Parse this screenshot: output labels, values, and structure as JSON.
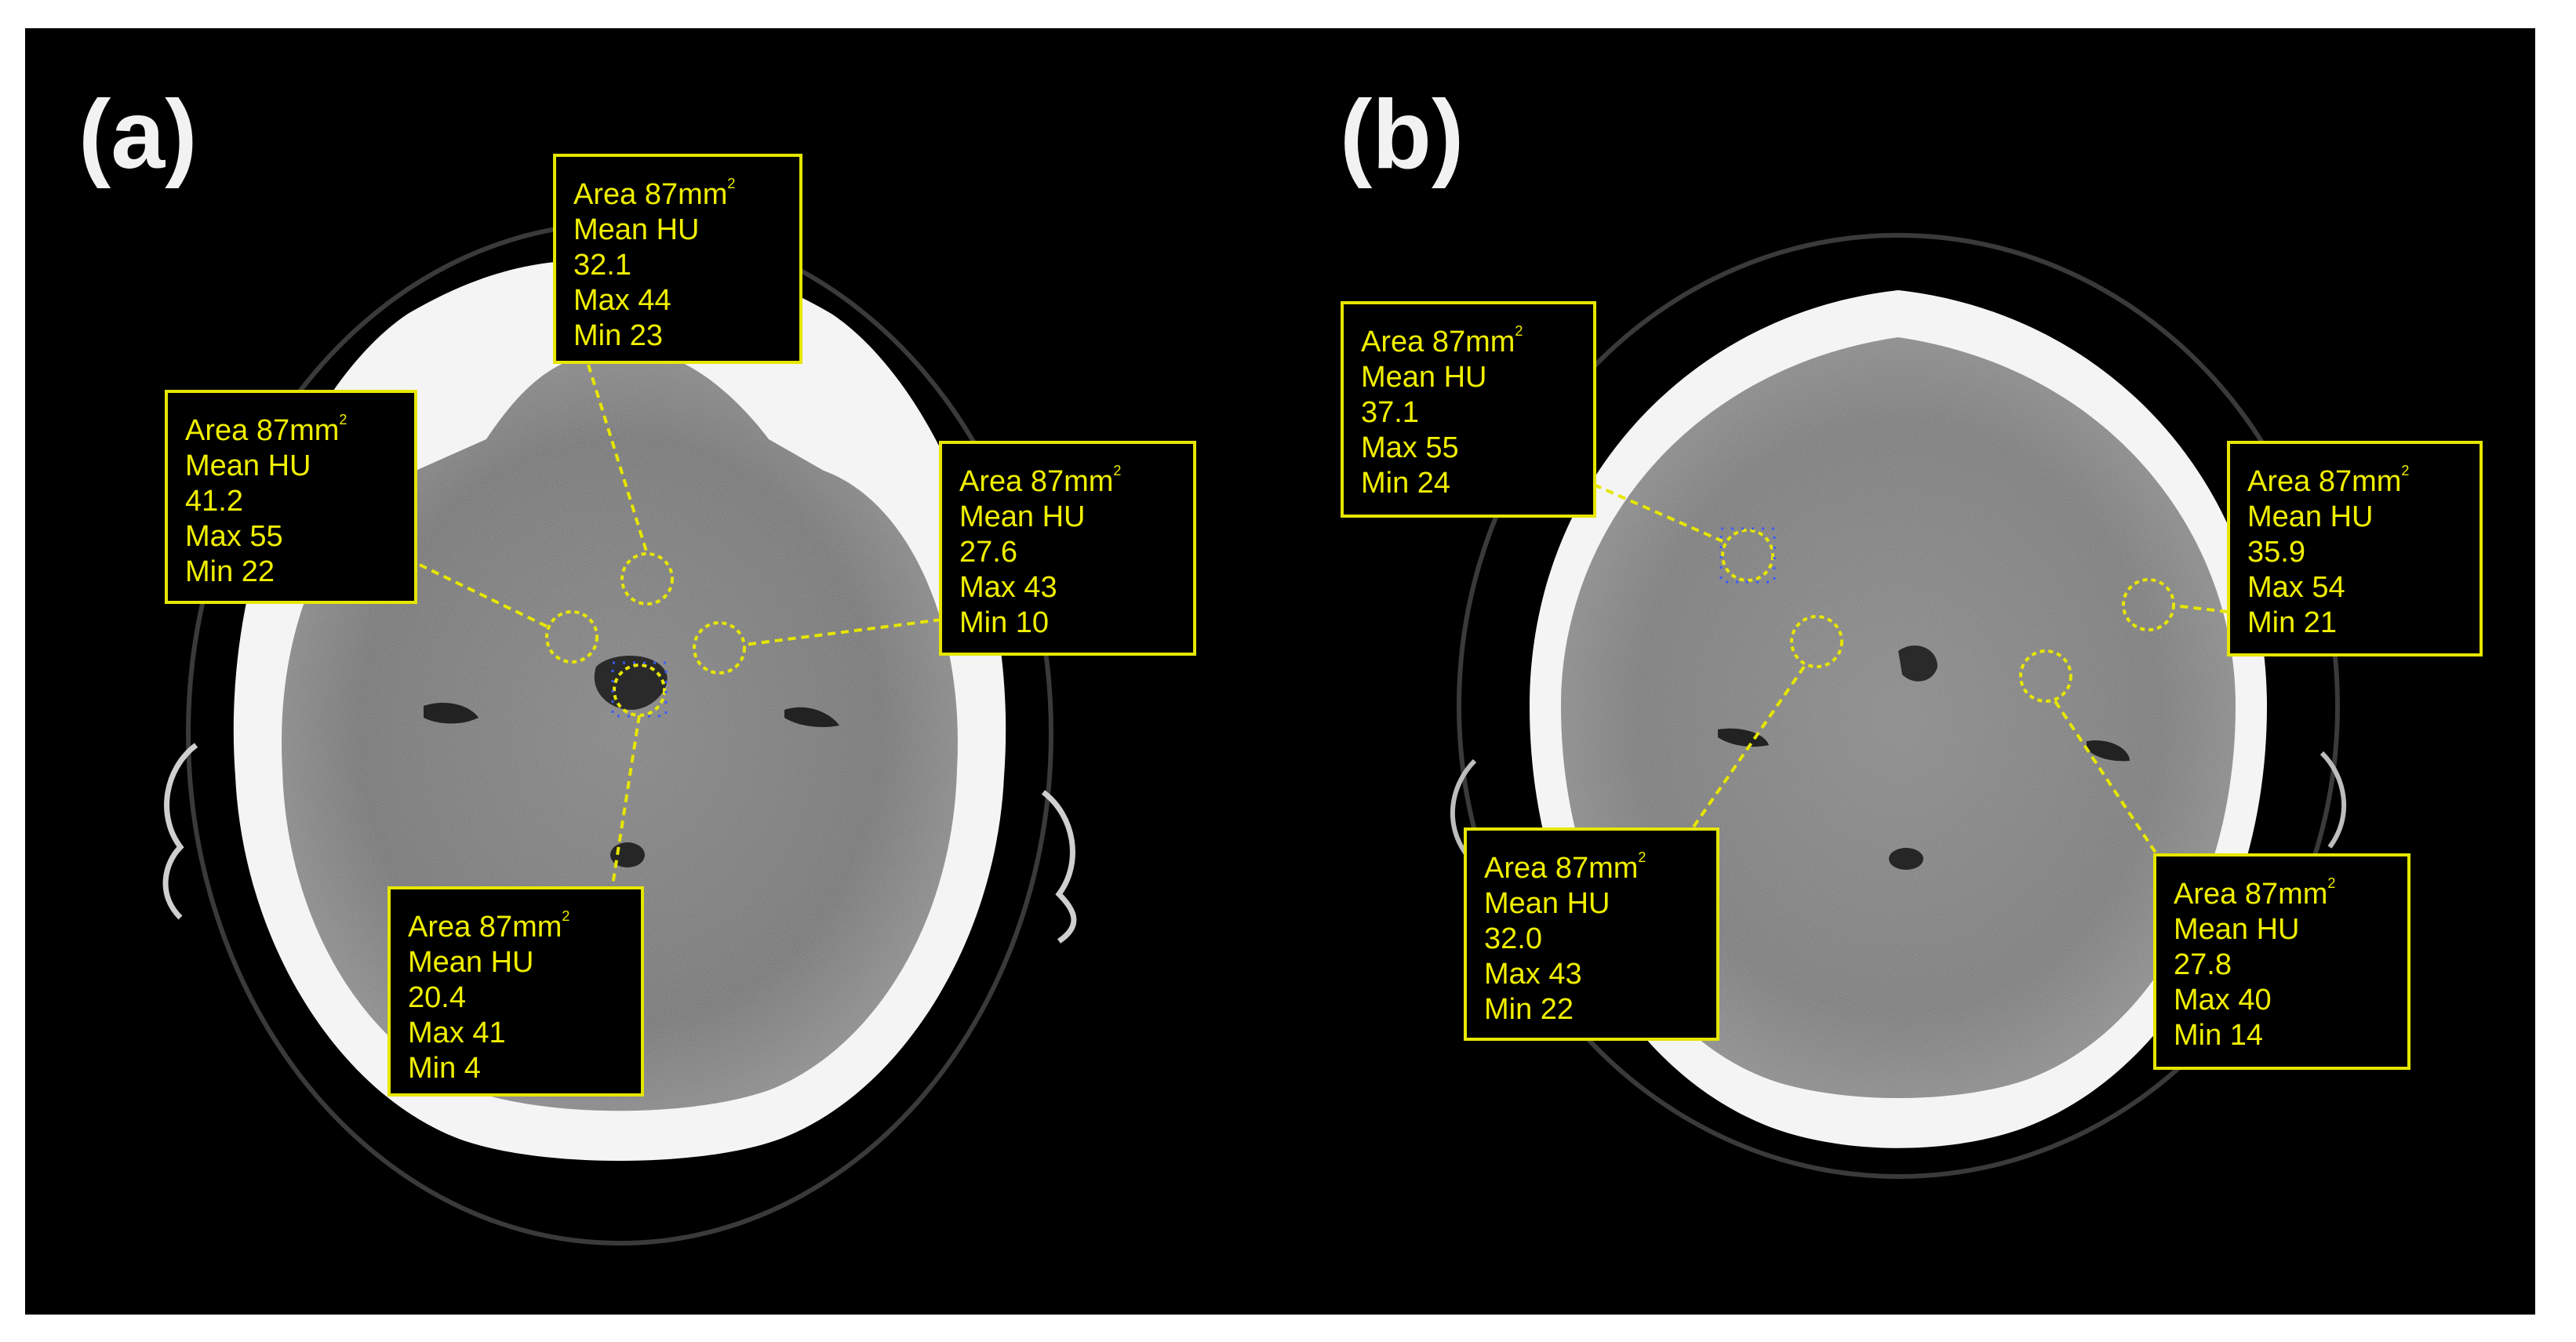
{
  "panels": [
    {
      "label": "(a)",
      "rois": [
        {
          "area_value": "Area 87mm",
          "area_sup": "2",
          "mean_label": "Mean HU",
          "mean": "32.1",
          "max": "Max 44",
          "min": "Min 23"
        },
        {
          "area_value": "Area 87mm",
          "area_sup": "2",
          "mean_label": "Mean HU",
          "mean": "41.2",
          "max": "Max 55",
          "min": "Min 22"
        },
        {
          "area_value": "Area 87mm",
          "area_sup": "2",
          "mean_label": "Mean HU",
          "mean": "27.6",
          "max": "Max 43",
          "min": "Min 10"
        },
        {
          "area_value": "Area 87mm",
          "area_sup": "2",
          "mean_label": "Mean HU",
          "mean": "20.4",
          "max": "Max 41",
          "min": "Min 4"
        }
      ]
    },
    {
      "label": "(b)",
      "rois": [
        {
          "area_value": "Area 87mm",
          "area_sup": "2",
          "mean_label": "Mean HU",
          "mean": "37.1",
          "max": "Max 55",
          "min": "Min 24"
        },
        {
          "area_value": "Area 87mm",
          "area_sup": "2",
          "mean_label": "Mean HU",
          "mean": "35.9",
          "max": "Max 54",
          "min": "Min 21"
        },
        {
          "area_value": "Area 87mm",
          "area_sup": "2",
          "mean_label": "Mean HU",
          "mean": "32.0",
          "max": "Max 43",
          "min": "Min 22"
        },
        {
          "area_value": "Area 87mm",
          "area_sup": "2",
          "mean_label": "Mean HU",
          "mean": "27.8",
          "max": "Max 40",
          "min": "Min 14"
        }
      ]
    }
  ],
  "colors": {
    "annotation": "#e6e600",
    "background": "#000000"
  }
}
